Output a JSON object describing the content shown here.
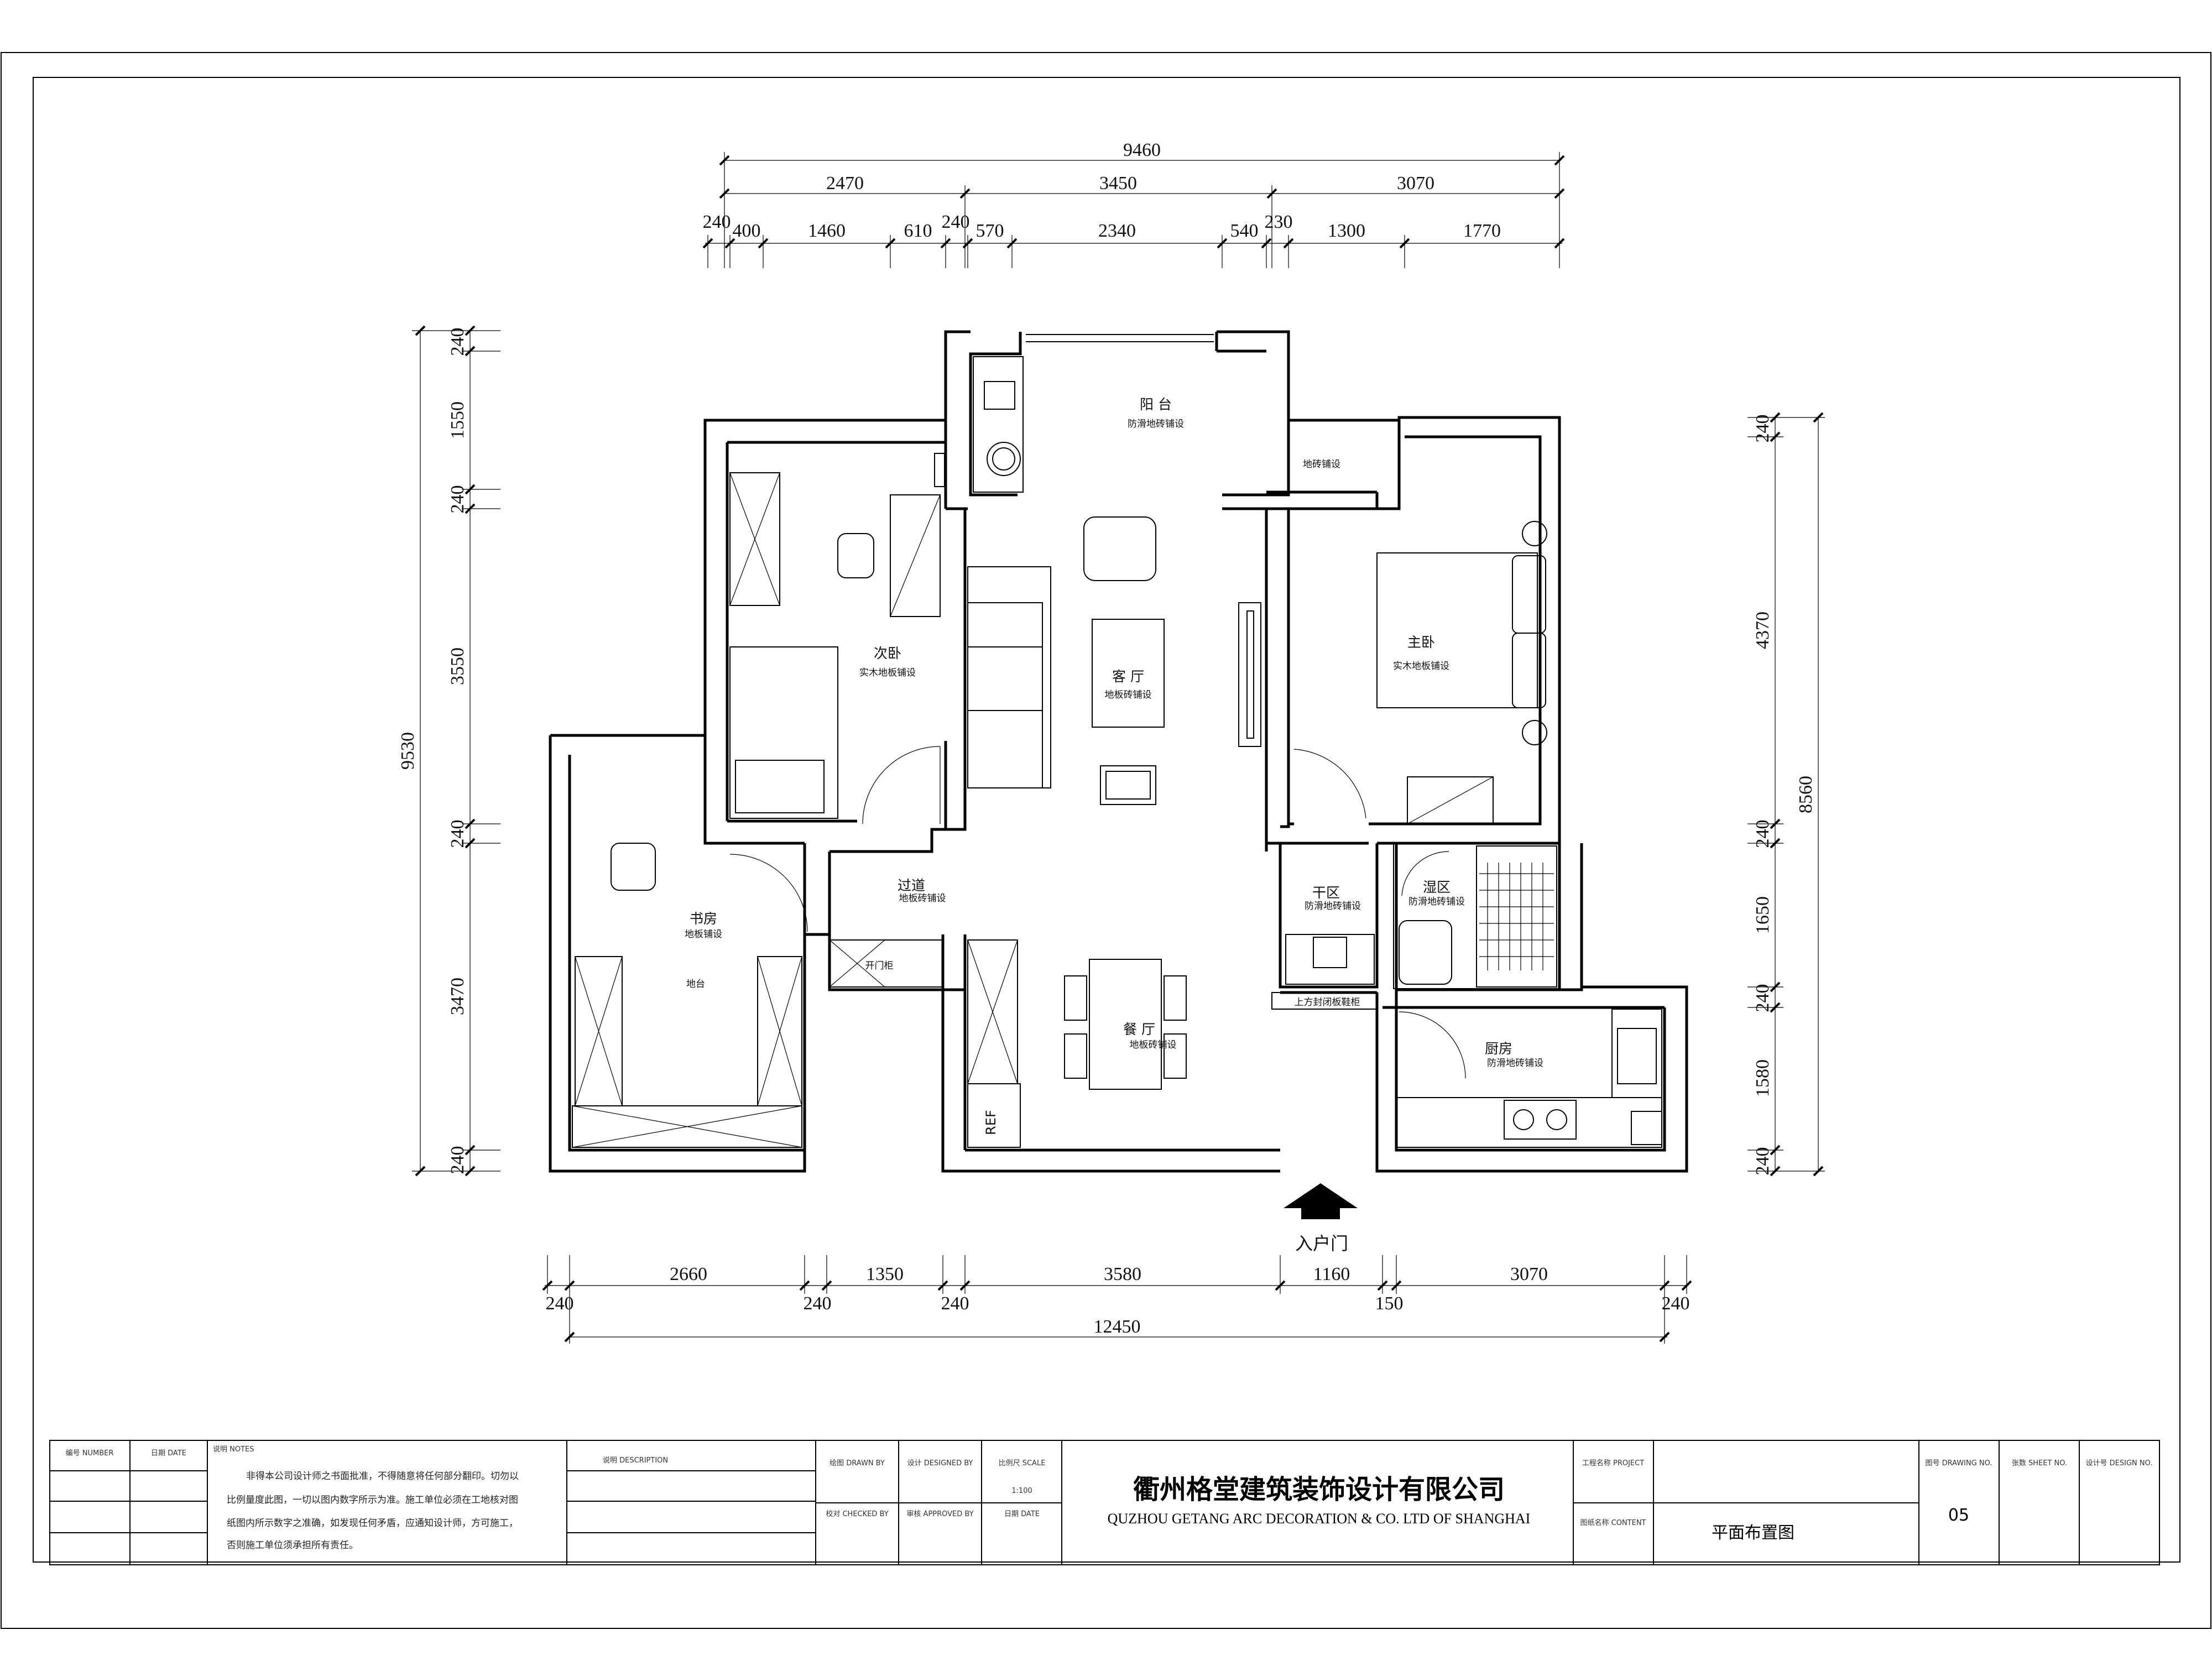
{
  "dimensions": {
    "top_total": "9460",
    "top_row1": [
      "2470",
      "3450",
      "3070"
    ],
    "top_row2": [
      "240",
      "400",
      "1460",
      "610",
      "240",
      "570",
      "2340",
      "540",
      "230",
      "1300",
      "1770"
    ],
    "bottom_row1": [
      "2660",
      "1350",
      "3580",
      "1160",
      "3070"
    ],
    "bottom_row2": [
      "240",
      "240",
      "240",
      "150",
      "240"
    ],
    "bottom_total": "12450",
    "left_total": "9530",
    "left_segments": [
      "240",
      "1550",
      "240",
      "3550",
      "240",
      "3470",
      "240"
    ],
    "right_total": "8560",
    "right_segments": [
      "240",
      "4370",
      "240",
      "1650",
      "240",
      "1580",
      "240"
    ]
  },
  "rooms": {
    "balcony": {
      "name": "阳 台",
      "floor": "防滑地砖铺设"
    },
    "balcony_side": {
      "floor": "地砖铺设"
    },
    "second_bedroom": {
      "name": "次卧",
      "floor": "实木地板铺设"
    },
    "living_room": {
      "name": "客 厅",
      "floor": "地板砖铺设"
    },
    "master_bedroom": {
      "name": "主卧",
      "floor": "实木地板铺设"
    },
    "study": {
      "name": "书房",
      "floor": "地板铺设",
      "extra": "地台"
    },
    "hallway": {
      "name": "过道",
      "floor": "地板砖铺设"
    },
    "open_cabinet": "开门柜",
    "dining_room": {
      "name": "餐 厅",
      "floor": "地板砖铺设"
    },
    "dry_area": {
      "name": "干区",
      "floor": "防滑地砖铺设"
    },
    "wet_area": {
      "name": "湿区",
      "floor": "防滑地砖铺设"
    },
    "kitchen": {
      "name": "厨房",
      "floor": "防滑地砖铺设"
    },
    "sliding_cabinet": "上方封闭板鞋柜",
    "fridge": "REF"
  },
  "entrance_label": "入户门",
  "title_block": {
    "col1": [
      "编号 NUMBER",
      "日期 DATE"
    ],
    "notes_label": "说明 NOTES",
    "notes_text": [
      "非得本公司设计师之书面批准，不得随意将任何部分翻印。切勿以",
      "比例量度此图，一切以图内数字所示为准。施工单位必须在工地核对图",
      "纸图内所示数字之准确，如发现任何矛盾，应通知设计师，方可施工，",
      "否则施工单位须承担所有责任。"
    ],
    "description_label": "说明 DESCRIPTION",
    "drawn": "绘图 DRAWN BY",
    "checked": "校对 CHECKED BY",
    "designed": "设计 DESIGNED BY",
    "approved": "审核 APPROVED BY",
    "scale": "比例尺 SCALE",
    "scale_value": "1:100",
    "date": "日期 DATE",
    "company_cn": "衢州格堂建筑装饰设计有限公司",
    "company_en": "QUZHOU GETANG ARC DECORATION  &   CO. LTD OF SHANGHAI",
    "project": "工程名称 PROJECT",
    "drawing_title_label": "图纸名称 CONTENT",
    "drawing_title": "平面布置图",
    "drawing_no_label": "图号 DRAWING NO.",
    "drawing_no": "05",
    "sheet_no_label": "张数 SHEET NO.",
    "design_no_label": "设计号 DESIGN NO."
  }
}
